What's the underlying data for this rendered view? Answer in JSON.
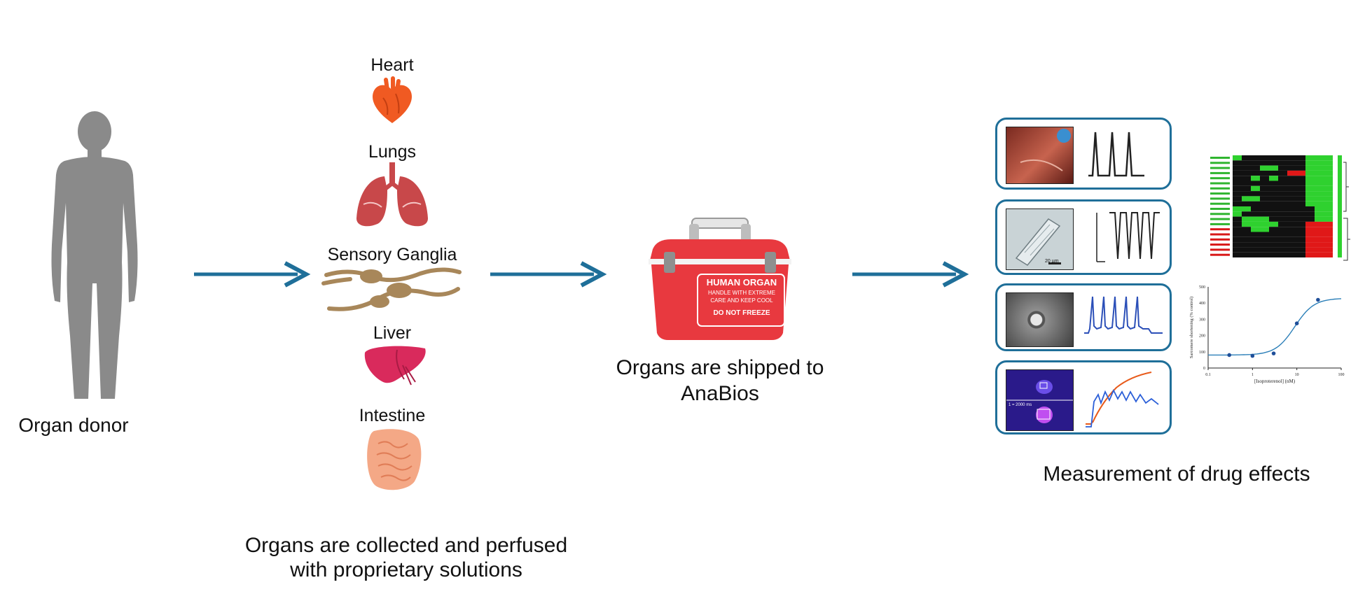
{
  "donor": {
    "label": "Organ donor"
  },
  "organs": {
    "heart": "Heart",
    "lungs": "Lungs",
    "ganglia": "Sensory Ganglia",
    "liver": "Liver",
    "intestine": "Intestine",
    "caption_line1": "Organs are collected and perfused",
    "caption_line2": "with proprietary solutions"
  },
  "cooler": {
    "text_title": "HUMAN ORGAN",
    "text_line1": "HANDLE WITH EXTREME",
    "text_line2": "CARE AND KEEP COOL",
    "text_warning": "DO NOT FREEZE",
    "caption_line1": "Organs are shipped to",
    "caption_line2": "AnaBios"
  },
  "measurement": {
    "caption": "Measurement of drug effects",
    "scale_label": "20 µm",
    "time_label": "1 = 2000 ms",
    "dose_response": {
      "x_label": "[Isoproterenol] (nM)",
      "y_label": "Sarcomere shortening (% control)",
      "x_ticks": [
        "0.1",
        "1",
        "10",
        "100"
      ],
      "y_ticks": [
        "500",
        "400",
        "300",
        "200",
        "100",
        "0"
      ],
      "points": [
        {
          "x": 0.3,
          "y": 80
        },
        {
          "x": 1,
          "y": 75
        },
        {
          "x": 3,
          "y": 90
        },
        {
          "x": 10,
          "y": 275
        },
        {
          "x": 30,
          "y": 420
        }
      ]
    }
  },
  "colors": {
    "arrow": "#1f6f99",
    "silhouette": "#8a8a8a",
    "heart": "#f05a22",
    "lungs": "#c8484a",
    "ganglia": "#a8875a",
    "liver": "#d92a5c",
    "intestine": "#f4a886",
    "cooler": "#e8393f"
  }
}
